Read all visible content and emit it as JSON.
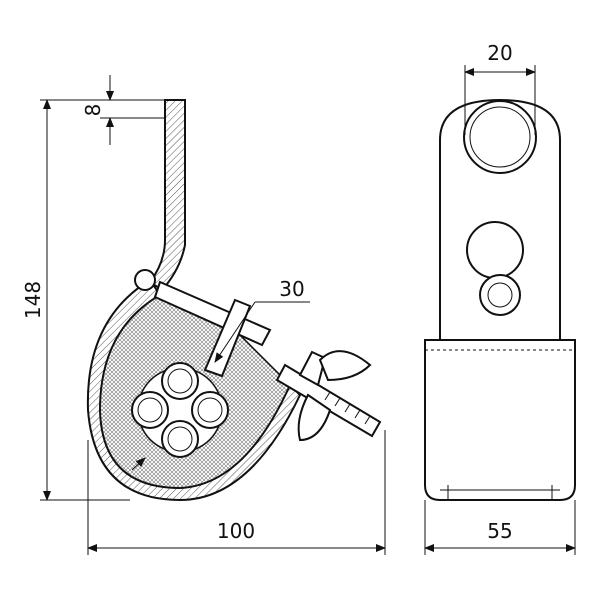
{
  "dimensions": {
    "hole_diameter": "20",
    "strip_thickness": "8",
    "total_height": "148",
    "cable_bundle": "30",
    "total_width": "100",
    "clamp_width": "55"
  },
  "colors": {
    "line": "#111111",
    "background": "#ffffff",
    "hatch": "#777777"
  }
}
